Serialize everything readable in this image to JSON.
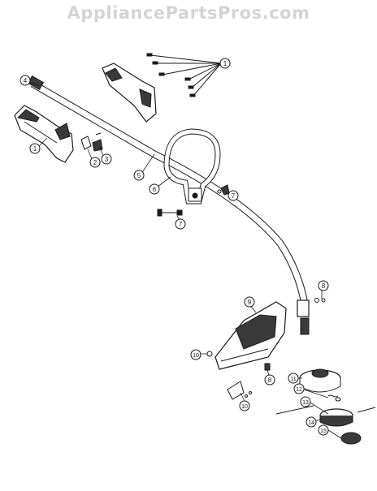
{
  "watermark": "AppliancePartsPros.com",
  "callouts": [
    {
      "id": "c1-handle",
      "label": "1"
    },
    {
      "id": "c1-screws",
      "label": "1"
    },
    {
      "id": "c2",
      "label": "2"
    },
    {
      "id": "c3",
      "label": "3"
    },
    {
      "id": "c4",
      "label": "4"
    },
    {
      "id": "c5",
      "label": "5"
    },
    {
      "id": "c6",
      "label": "6"
    },
    {
      "id": "c7-right",
      "label": "7"
    },
    {
      "id": "c7-bolt",
      "label": "7"
    },
    {
      "id": "c8-right",
      "label": "8"
    },
    {
      "id": "c8-left",
      "label": "8"
    },
    {
      "id": "c9",
      "label": "9"
    },
    {
      "id": "c10-a",
      "label": "10"
    },
    {
      "id": "c10-b",
      "label": "10"
    },
    {
      "id": "c11",
      "label": "11"
    },
    {
      "id": "c12",
      "label": "12"
    },
    {
      "id": "c13",
      "label": "13"
    },
    {
      "id": "c14",
      "label": "14"
    },
    {
      "id": "c15",
      "label": "15"
    }
  ],
  "colors": {
    "line": "#1a1a1a",
    "part_fill": "#ffffff",
    "dark_fill": "#3a3a3a",
    "watermark": "#d4d4d4"
  }
}
